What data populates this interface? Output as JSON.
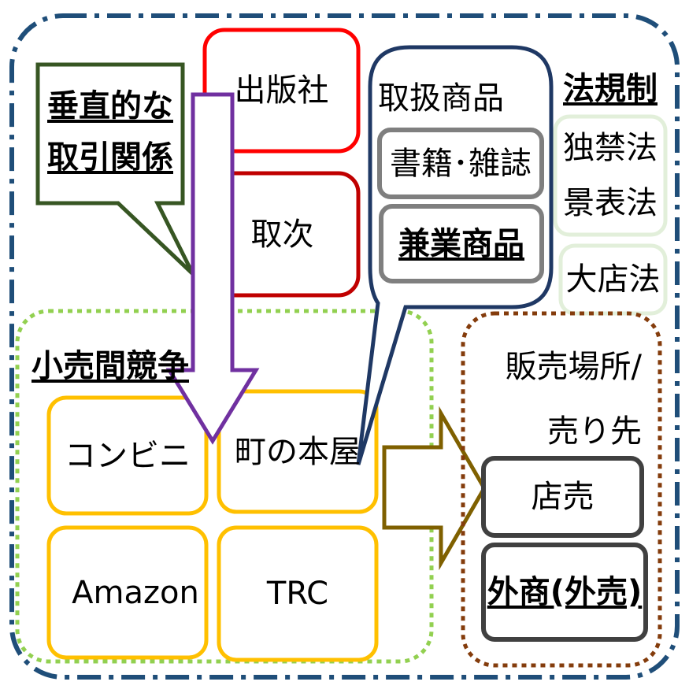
{
  "vertical_relation": {
    "line1": "垂直的な",
    "line2": "取引関係"
  },
  "publisher": "出版社",
  "distributor": "取次",
  "products": {
    "title": "取扱商品",
    "items": [
      "書籍･雑誌",
      "兼業商品"
    ]
  },
  "regulation": {
    "title": "法規制",
    "laws_a": [
      "独禁法",
      "景表法"
    ],
    "law_b": "大店法"
  },
  "retail_competition": {
    "title": "小売間競争",
    "stores": [
      "コンビニ",
      "町の本屋",
      "Amazon",
      "TRC"
    ]
  },
  "sales_place": {
    "title_line1": "販売場所/",
    "title_line2": "売り先",
    "items": [
      "店売",
      "外商(外売)"
    ]
  },
  "colors": {
    "outer": "#1f4e79",
    "publisher": "#ff0000",
    "distributor": "#c00000",
    "callout": "#375623",
    "arrow_down": "#7030a0",
    "bubble": "#1f3864",
    "gray": "#7f7f7f",
    "law": "#e2efda",
    "retail": "#92d050",
    "store": "#ffc000",
    "arrow_right": "#7f6000",
    "sales": "#843c0c",
    "sales_item": "#404040"
  }
}
